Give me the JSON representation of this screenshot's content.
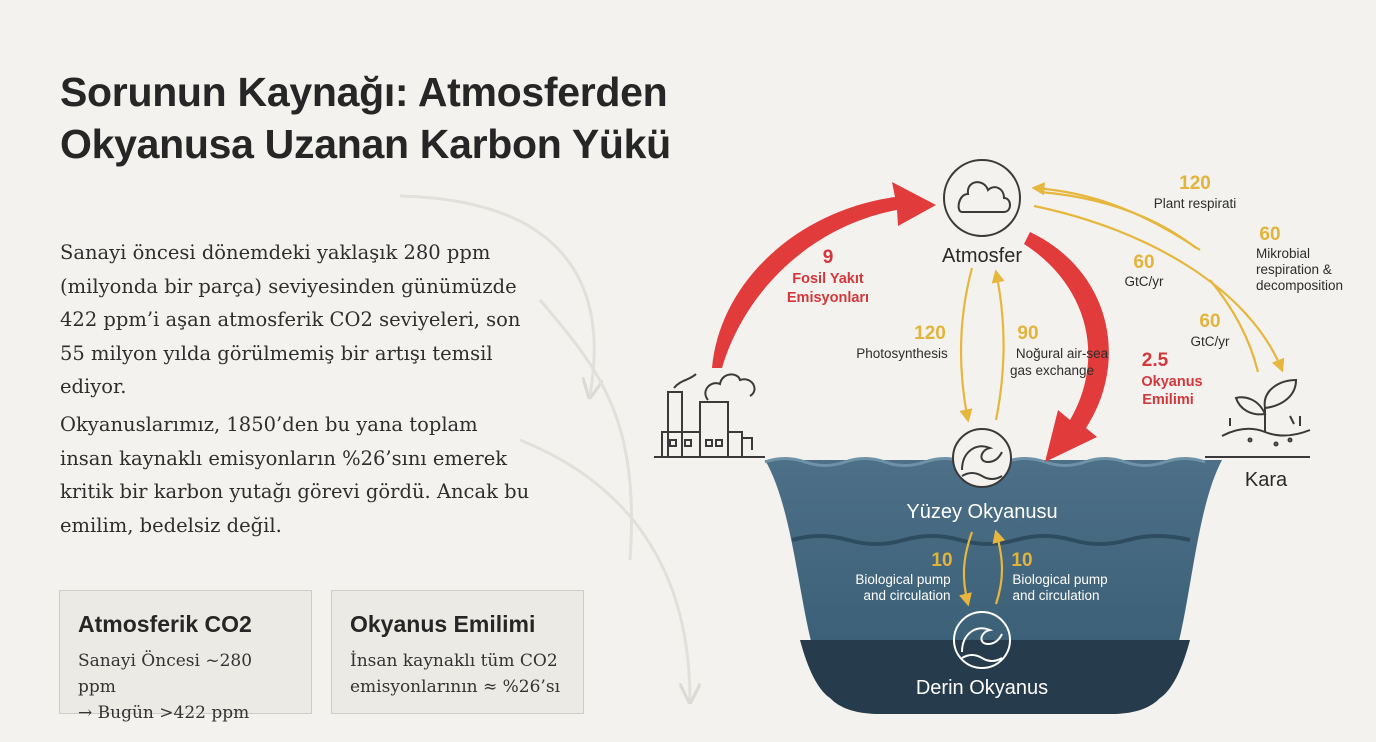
{
  "title": {
    "line1": "Sorunun Kaynağı: Atmosferden",
    "line2": "Okyanusa Uzanan Karbon Yükü"
  },
  "paragraphs": {
    "p1": "Sanayi öncesi dönemdeki yaklaşık 280 ppm (milyonda bir parça) seviyesinden günümüzde 422 ppm’i aşan atmosferik CO2 seviyeleri, son 55 milyon yılda görülmemiş bir artışı temsil ediyor.",
    "p2": "Okyanuslarımız, 1850’den bu yana toplam insan kaynaklı emisyonların %26’sını emerek kritik bir karbon yutağı görevi gördü. Ancak bu emilim, bedelsiz değil."
  },
  "cards": [
    {
      "title": "Atmosferik CO2",
      "line1": "Sanayi Öncesi ~280 ppm",
      "line2": "→ Bugün >422 ppm"
    },
    {
      "title": "Okyanus Emilimi",
      "line1": "İnsan kaynaklı tüm CO2",
      "line2": "emisyonlarının ≈ %26’sı"
    }
  ],
  "diagram": {
    "nodes": {
      "atmosphere": "Atmosfer",
      "land": "Kara",
      "surface_ocean": "Yüzey Okyanusu",
      "deep_ocean": "Derin Okyanus"
    },
    "icons": [
      "cloud-icon",
      "wave-icon",
      "factory-icon",
      "plant-icon"
    ],
    "flows": {
      "fossil": {
        "value": "9",
        "label1": "Fosil Yakıt",
        "label2": "Emisyonları"
      },
      "ocean_uptake": {
        "value": "2.5",
        "label1": "Okyanus",
        "label2": "Emilimi"
      },
      "photosynthesis": {
        "value": "120",
        "label1": "Photosynthesis"
      },
      "air_sea": {
        "value": "90",
        "label1": "Noğural air-sea",
        "label2": "gas exchange"
      },
      "plant_resp": {
        "value": "120",
        "label1": "Plant respirati"
      },
      "microbial": {
        "value": "60",
        "label1": "Mikrobial",
        "label2": "respiration &",
        "label3": "decomposition"
      },
      "gtc1": {
        "value": "60",
        "label1": "GtC/yr"
      },
      "gtc2": {
        "value": "60",
        "label1": "GtC/yr"
      },
      "bio_down": {
        "value": "10",
        "label1": "Biological pump",
        "label2": "and circulation"
      },
      "bio_up": {
        "value": "10",
        "label1": "Biological pump",
        "label2": "and circulation"
      }
    },
    "colors": {
      "red_flow": "#e23b3b",
      "yellow_flow": "#e6b63d",
      "surface_water": "#3f6278",
      "deep_water": "#253a4a"
    }
  }
}
